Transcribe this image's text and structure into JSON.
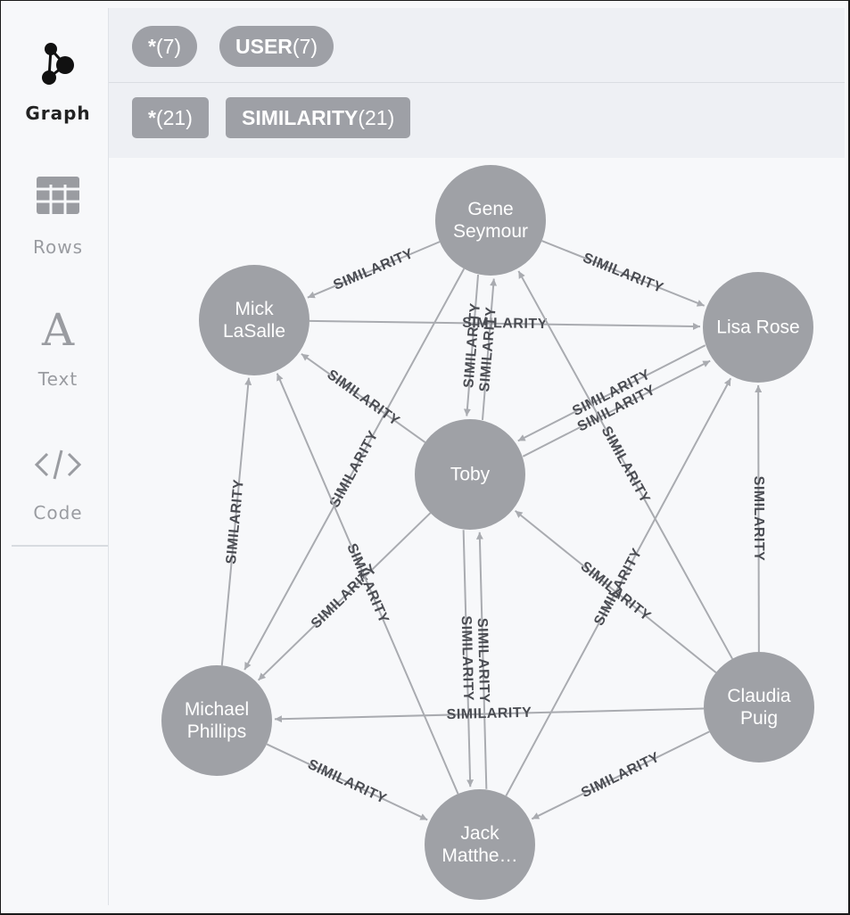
{
  "sidebar": {
    "items": [
      {
        "id": "graph",
        "label": "Graph",
        "icon": "graph-icon",
        "active": true
      },
      {
        "id": "rows",
        "label": "Rows",
        "icon": "table-grid-icon",
        "active": false
      },
      {
        "id": "text",
        "label": "Text",
        "icon": "text-A-icon",
        "active": false
      },
      {
        "id": "code",
        "label": "Code",
        "icon": "code-brackets-icon",
        "active": false
      }
    ]
  },
  "header": {
    "node_filters": [
      {
        "name": "*",
        "count": "(7)"
      },
      {
        "name": "USER",
        "count": "(7)"
      }
    ],
    "rel_filters": [
      {
        "name": "*",
        "count": "(21)"
      },
      {
        "name": "SIMILARITY",
        "count": "(21)"
      }
    ]
  },
  "graph": {
    "node_color": "#9fa1a6",
    "edge_color": "#a9abb0",
    "nodes": [
      {
        "id": "gene",
        "lines": [
          "Gene",
          "Seymour"
        ]
      },
      {
        "id": "mick",
        "lines": [
          "Mick",
          "LaSalle"
        ]
      },
      {
        "id": "lisa",
        "lines": [
          "Lisa Rose"
        ]
      },
      {
        "id": "toby",
        "lines": [
          "Toby"
        ]
      },
      {
        "id": "michael",
        "lines": [
          "Michael",
          "Phillips"
        ]
      },
      {
        "id": "claudia",
        "lines": [
          "Claudia",
          "Puig"
        ]
      },
      {
        "id": "jack",
        "lines": [
          "Jack",
          "Matthe…"
        ]
      }
    ],
    "edges": [
      {
        "source": "gene",
        "target": "mick",
        "label": "SIMILARITY"
      },
      {
        "source": "gene",
        "target": "lisa",
        "label": "SIMILARITY"
      },
      {
        "source": "gene",
        "target": "toby",
        "label": "SIMILARITY"
      },
      {
        "source": "gene",
        "target": "michael",
        "label": "SIMILARITY"
      },
      {
        "source": "mick",
        "target": "lisa",
        "label": "SIMILARITY"
      },
      {
        "source": "toby",
        "target": "gene",
        "label": "SIMILARITY"
      },
      {
        "source": "toby",
        "target": "mick",
        "label": "SIMILARITY"
      },
      {
        "source": "toby",
        "target": "lisa",
        "label": "SIMILARITY"
      },
      {
        "source": "lisa",
        "target": "toby",
        "label": "SIMILARITY"
      },
      {
        "source": "toby",
        "target": "michael",
        "label": "SIMILARITY"
      },
      {
        "source": "toby",
        "target": "jack",
        "label": "SIMILARITY"
      },
      {
        "source": "michael",
        "target": "mick",
        "label": "SIMILARITY"
      },
      {
        "source": "michael",
        "target": "jack",
        "label": "SIMILARITY"
      },
      {
        "source": "jack",
        "target": "mick",
        "label": "SIMILARITY"
      },
      {
        "source": "jack",
        "target": "toby",
        "label": "SIMILARITY"
      },
      {
        "source": "jack",
        "target": "lisa",
        "label": "SIMILARITY"
      },
      {
        "source": "claudia",
        "target": "gene",
        "label": "SIMILARITY"
      },
      {
        "source": "claudia",
        "target": "lisa",
        "label": "SIMILARITY"
      },
      {
        "source": "claudia",
        "target": "toby",
        "label": "SIMILARITY"
      },
      {
        "source": "claudia",
        "target": "michael",
        "label": "SIMILARITY"
      },
      {
        "source": "claudia",
        "target": "jack",
        "label": "SIMILARITY"
      }
    ]
  }
}
